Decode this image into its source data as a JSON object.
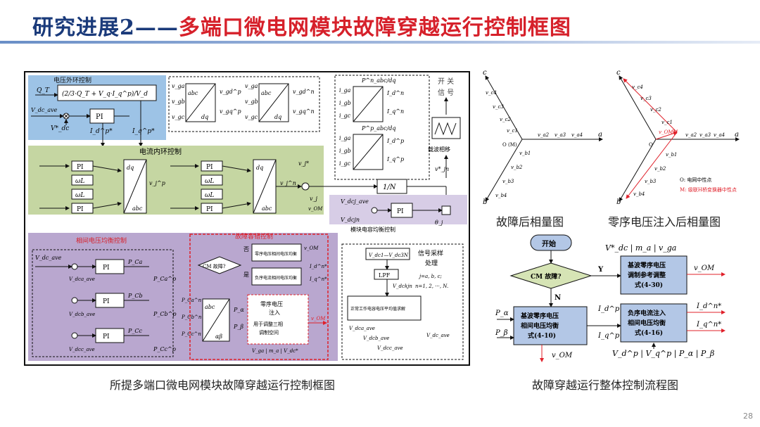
{
  "slide": {
    "title_part1": "研究进展2——",
    "title_part2": "多端口微电网模块故障穿越运行控制框图",
    "page_number": "28"
  },
  "left_diagram": {
    "caption": "所提多端口微电网模块故障穿越运行控制框图",
    "outer_loop": {
      "label": "电压外环控制",
      "input_qt": "Q_T",
      "formula": "(2/3·Q_T + V_q·I_q^p)/V_d",
      "vdc_ave": "V_dc_ave",
      "vdc_ref": "V*_dc",
      "pi": "PI",
      "id_ref": "I_d^p*",
      "iq_ref": "I_q^p*"
    },
    "abc_dq_block": {
      "row1_inputs": [
        "v_ga",
        "v_gb",
        "v_gc"
      ],
      "row1_outputs": [
        "v_gd^p",
        "v_gq^p"
      ],
      "row2_inputs": [
        "v_ga",
        "v_gb",
        "v_gc"
      ],
      "row2_outputs": [
        "v_gd^n",
        "v_gq^n"
      ],
      "block_top": "abc",
      "block_bottom": "dq"
    },
    "current_transform": {
      "top_label": "P^n_abc/dq",
      "inputs_top": [
        "i_ga",
        "i_gb",
        "i_gc"
      ],
      "outputs_top": [
        "I_d^n",
        "I_q^n"
      ],
      "bottom_label": "P^p_abc/dq",
      "inputs_bottom": [
        "i_ga",
        "i_gb",
        "i_gc"
      ],
      "outputs_bottom": [
        "I_d^p",
        "I_q^p"
      ]
    },
    "switch_signal": {
      "label_line1": "开 关",
      "label_line2": "信 号",
      "carrier": "载波相移",
      "v_jn": "v*_jn"
    },
    "inner_loop": {
      "label": "电流内环控制",
      "pi": "PI",
      "omega_l": "ωL",
      "dq_top": "dq",
      "dq_bottom": "abc",
      "vj_p": "v_j^p",
      "vj_n": "v_j^n",
      "vj_star": "v_j*",
      "vj": "v_j",
      "v_om": "v_OM",
      "one_over_n": "1/N",
      "vjn": "v_jn",
      "vdcj_ave": "V_dcj_ave",
      "vdcjn": "V_dcjn",
      "theta_j": "θ_j",
      "module_balance": "模块电容均衡控制"
    },
    "phase_balance": {
      "label": "相间电压均衡控制",
      "vdc_ave": "V_dc_ave",
      "vdca_ave": "V_dca_ave",
      "vdcb_ave": "V_dcb_ave",
      "vdcc_ave": "V_dcc_ave",
      "pi": "PI",
      "pca": "P_Ca",
      "pcb": "P_Cb",
      "pcc": "P_Cc",
      "pca_p": "P_Ca^p",
      "pcb_p": "P_Cb^p",
      "pcc_p": "P_Cc^p",
      "pca_n": "P_Ca^n",
      "pcb_n": "P_Cb^n",
      "pcc_n": "P_Cc^n",
      "abc": "abc",
      "alpha_beta": "αβ",
      "p_alpha": "P_α",
      "p_beta": "P_β"
    },
    "fault_tolerant": {
      "label": "故障容错控制",
      "cm_fault": "CM 故障?",
      "no": "否",
      "yes": "是",
      "block1": "零序电压相间电压均衡",
      "block1_out": "v_OM",
      "block2": "负序电流相间电压均衡",
      "block2_out1": "I_d^n*",
      "block2_out2": "I_q^n*",
      "block3_line1": "零序电压",
      "block3_line2": "注入",
      "block3_sub1": "用于调整三相",
      "block3_sub2": "调制空间",
      "block3_out": "v_OM",
      "inputs": "V_ga | m_a | V_dc*"
    },
    "signal_processing": {
      "title_line1": "信号采样",
      "title_line2": "处理",
      "input": "V_dc1—V_dc3N",
      "lpf": "LPF",
      "vdckjn": "V_dckjn",
      "indices": "j=a, b, c;",
      "indices2": "n=1, 2, ···, N.",
      "block": "正常工作电容电压平均值求解",
      "vdca_ave": "V_dca_ave",
      "vdcb_ave": "V_dcb_ave",
      "vdcc_ave": "V_dcc_ave",
      "vdc_ave": "V_dc_ave"
    }
  },
  "phasor_fault": {
    "caption": "故障后相量图",
    "axis_a": "a",
    "axis_b": "b",
    "axis_c": "c",
    "origin": "O (M)",
    "a_labels": [
      "v_a2",
      "v_a3",
      "v_a4"
    ],
    "b_labels": [
      "v_b1",
      "v_b2",
      "v_b3",
      "v_b4"
    ],
    "c_labels": [
      "v_c4",
      "v_c3",
      "v_c2",
      "v_c1"
    ]
  },
  "phasor_zero_seq": {
    "caption": "零序电压注入后相量图",
    "axis_a": "a",
    "axis_b": "b",
    "axis_c": "c",
    "origin": "O",
    "v_om": "v_OM",
    "m_point": "M",
    "a_labels": [
      "v_a2",
      "v_a3",
      "v_a4"
    ],
    "b_labels": [
      "v_b1",
      "v_b2",
      "v_b3",
      "v_b4"
    ],
    "c_labels": [
      "v_c4",
      "v_c3",
      "v_c2",
      "v_c1"
    ],
    "legend_o": "O: 电网中性点",
    "legend_m": "M: 级联H桥变换器中性点"
  },
  "flowchart": {
    "caption": "故障穿越运行整体控制流程图",
    "start": "开始",
    "decision": "CM 故障?",
    "yes": "Y",
    "no": "N",
    "top_inputs": "V*_dc | m_a | v_ga",
    "block_a_line1": "基波零序电压",
    "block_a_line2": "调制参考调整",
    "block_a_line3": "式(4-30)",
    "block_a_out": "v_OM",
    "block_b_line1": "基波零序电压",
    "block_b_line2": "相间电压均衡",
    "block_b_line3": "式(4-10)",
    "block_b_in1": "P_α",
    "block_b_in2": "P_β",
    "block_b_out": "v_OM",
    "block_c_line1": "负序电流注入",
    "block_c_line2": "相间电压均衡",
    "block_c_line3": "式(4-16)",
    "block_c_in1": "I_d^p",
    "block_c_in2": "I_q^p",
    "block_c_out1": "I_d^n*",
    "block_c_out2": "I_q^n*",
    "bottom_inputs": "V_d^p | V_q^p | P_α | P_β"
  },
  "colors": {
    "title_blue": "#1a3a7a",
    "title_red": "#d6202a",
    "outer_loop_bg": "#9dc3e6",
    "inner_loop_bg": "#c5d6a2",
    "phase_balance_bg": "#b9a7cf",
    "fault_red": "#e0202a",
    "flow_block": "#b3c7e6",
    "flow_decision": "#d6e4b5"
  }
}
